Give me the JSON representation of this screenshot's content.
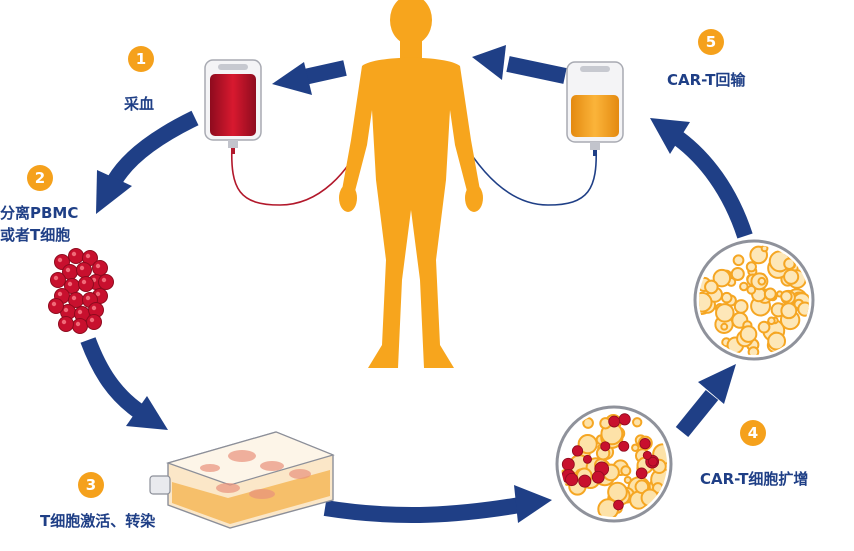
{
  "colors": {
    "arrow": "#1f3f86",
    "body": "#f7a51d",
    "badge": "#f5a11c",
    "label": "#1f3f86",
    "blood": "#c8102e",
    "car_t": "#f5a623"
  },
  "steps": [
    {
      "number": "1",
      "label": "采血"
    },
    {
      "number": "2",
      "label_line1": "分离PBMC",
      "label_line2": "或者T细胞"
    },
    {
      "number": "3",
      "label": "T细胞激活、转染"
    },
    {
      "number": "4",
      "label": "CAR-T细胞扩增"
    },
    {
      "number": "5",
      "label": "CAR-T回输"
    }
  ]
}
